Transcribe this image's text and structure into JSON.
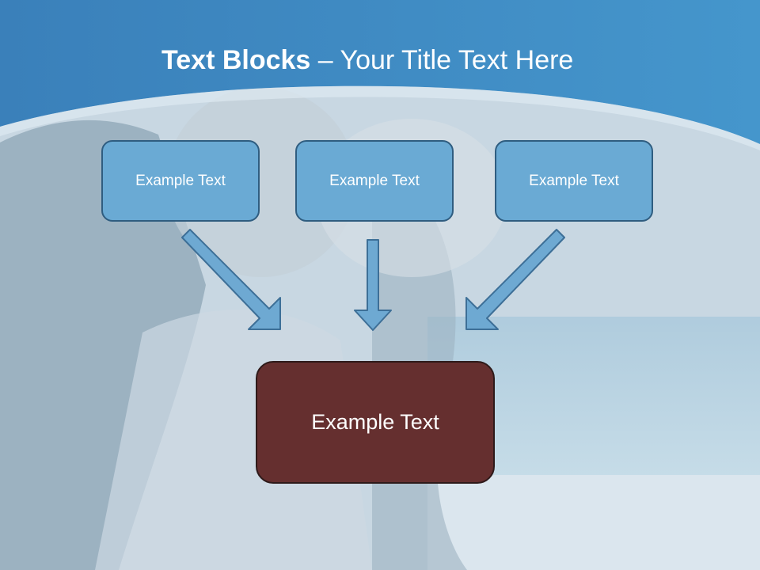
{
  "title": {
    "bold": "Text Blocks",
    "separator": " – ",
    "rest": "Your Title Text Here"
  },
  "diagram": {
    "top_boxes": [
      {
        "label": "Example Text"
      },
      {
        "label": "Example Text"
      },
      {
        "label": "Example Text"
      }
    ],
    "center_box": {
      "label": "Example Text"
    }
  },
  "colors": {
    "header_blue": "#3a85bf",
    "top_box_fill": "#6aaad4",
    "top_box_border": "#2f5d80",
    "center_box_fill": "#652f2f",
    "arrow_fill": "#6ea9d2",
    "arrow_stroke": "#3d6f97"
  }
}
